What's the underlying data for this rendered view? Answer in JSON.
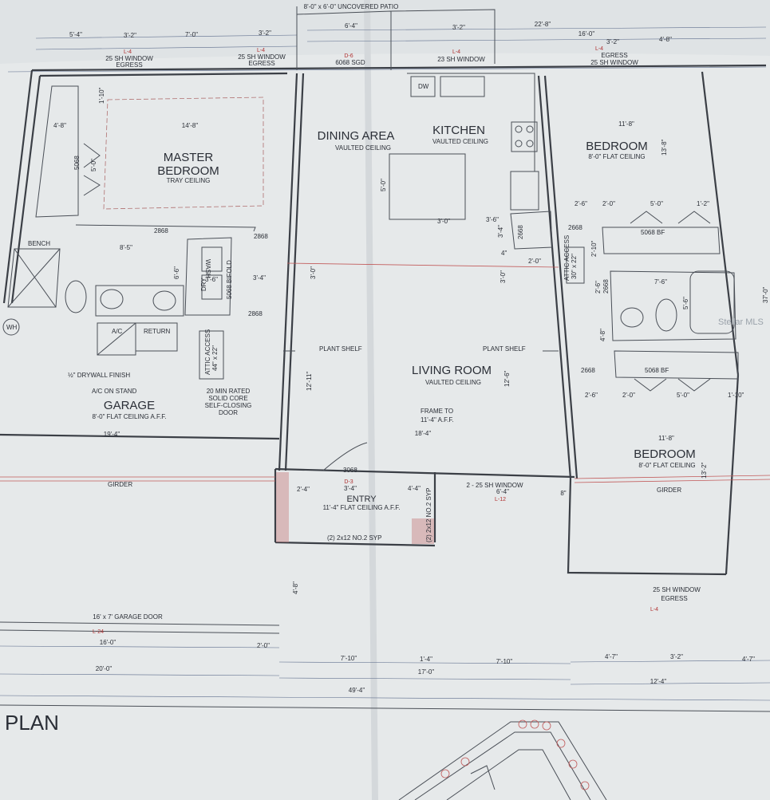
{
  "title": "PLAN",
  "watermark": "Stellar MLS",
  "rooms": {
    "master": {
      "name_1": "MASTER",
      "name_2": "BEDROOM",
      "ceiling": "TRAY CEILING"
    },
    "dining": {
      "name": "DINING AREA",
      "ceiling": "VAULTED CEILING"
    },
    "kitchen": {
      "name": "KITCHEN",
      "ceiling": "VAULTED CEILING"
    },
    "bedroom_top": {
      "name": "BEDROOM",
      "ceiling": "8'-0\" FLAT CEILING"
    },
    "living": {
      "name": "LIVING ROOM",
      "ceiling": "VAULTED CEILING"
    },
    "garage": {
      "name": "GARAGE",
      "ceiling": "8'-0\" FLAT CEILING A.F.F."
    },
    "bedroom_bottom": {
      "name": "BEDROOM",
      "ceiling": "8'-0\" FLAT CEILING"
    },
    "entry": {
      "name": "ENTRY",
      "ceiling": "11'-4\" FLAT CEILING A.F.F."
    }
  },
  "labels": {
    "patio": "8'-0\" x 6'-0\" UNCOVERED PATIO",
    "window_egress_1": "25 SH WINDOW",
    "egress_1": "EGRESS",
    "window_egress_2": "25 SH WINDOW",
    "egress_2": "EGRESS",
    "sgd": "6068 SGD",
    "sh_window_23": "23 SH WINDOW",
    "egress_3": "EGRESS",
    "window_egress_3": "25 SH WINDOW",
    "bench": "BENCH",
    "wh": "WH",
    "wash": "WASH",
    "dry": "DRY",
    "bifold": "5068 BIFOLD",
    "ac": "A/C",
    "return": "RETURN",
    "attic_access_1": "ATTIC ACCESS",
    "attic_size_1": "44\" x 22\"",
    "attic_access_2": "ATTIC ACCESS",
    "attic_size_2": "30\" x 22\"",
    "drywall": "½\" DRYWALL FINISH",
    "ac_stand": "A/C ON STAND",
    "door_note_1": "20 MIN RATED",
    "door_note_2": "SOLID CORE",
    "door_note_3": "SELF-CLOSING",
    "door_note_4": "DOOR",
    "plant_shelf_1": "PLANT SHELF",
    "plant_shelf_2": "PLANT SHELF",
    "frame_to_1": "FRAME TO",
    "frame_to_2": "11'-4\" A.F.F.",
    "girder_1": "GIRDER",
    "girder_2": "GIRDER",
    "beam_1": "(2) 2x12 NO.2 SYP",
    "beam_2": "(2) 2x12 NO.2 SYP",
    "window_bottom": "2 - 25 SH WINDOW",
    "garage_door": "16' x 7' GARAGE DOOR",
    "window_bed_1": "25 SH WINDOW",
    "window_bed_2": "EGRESS",
    "bf_1": "5068 BF",
    "bf_2": "5068 BF",
    "dw": "DW",
    "door_3068": "3068",
    "door_2868_a": "2868",
    "door_2868_b": "2868",
    "door_2868_c": "2868",
    "door_2668_a": "2668",
    "door_2668_b": "2668",
    "door_2668_c": "2668",
    "door_2668_d": "2668",
    "door_5068": "5068"
  },
  "tags": {
    "l4_a": "L-4",
    "l4_b": "L-4",
    "d6": "D-6",
    "l4_c": "L-4",
    "l4_d": "L-4",
    "d3": "D-3",
    "l12": "L-12",
    "l24": "L-24",
    "l4_e": "L-4"
  },
  "dimensions": {
    "top_1": "5'-4\"",
    "top_2": "3'-2\"",
    "top_3": "7'-0\"",
    "top_4": "3'-2\"",
    "top_5": "6'-4\"",
    "top_6": "3'-2\"",
    "top_7": "22'-8\"",
    "top_8": "16'-0\"",
    "top_9": "3'-2\"",
    "top_10": "4'-8\"",
    "master_w": "14'-8\"",
    "closet_w": "4'-8\"",
    "closet_h": "1'-10\"",
    "closet_5068": "5068",
    "closet_5": "5'-0\"",
    "bath_w": "8'-5\"",
    "bath_h": "6'-6\"",
    "laundry_w": "3'-6\"",
    "hall_w": "3'-4\"",
    "garage_w": "19'-4\"",
    "hall_h": "12'-11\"",
    "hall_3": "3'-0\"",
    "island_w": "3'-0\"",
    "island_h": "5'-0\"",
    "pantry_w": "3'-6\"",
    "pantry_h": "3'-4\"",
    "kitchen_2": "2'-0\"",
    "kitchen_4": "4\"",
    "kitchen_3": "3'-0\"",
    "living_w": "18'-4\"",
    "living_h": "12'-6\"",
    "bed1_w": "11'-8\"",
    "bed1_h": "13'-8\"",
    "closet_a": "2'-6\"",
    "closet_b": "2'-0\"",
    "closet_c": "5'-0\"",
    "closet_d": "1'-2\"",
    "bath2_a": "2'-10\"",
    "bath2_b": "2'-6\"",
    "bath2_w": "7'-6\"",
    "bath2_h": "5'-6\"",
    "bath2_c": "4'-8\"",
    "closet_e": "2'-6\"",
    "closet_f": "2'-0\"",
    "closet_g": "5'-0\"",
    "bed2_w": "11'-8\"",
    "bed2_h": "13'-2\"",
    "right_h": "37'-0\"",
    "entry_a": "2'-4\"",
    "entry_b": "3'-4\"",
    "entry_c": "4'-4\"",
    "entry_d": "6'-4\"",
    "entry_e": "8\"",
    "porch_h": "4'-8\"",
    "bot_1": "16'-0\"",
    "bot_2": "2'-0\"",
    "bot_3": "20'-0\"",
    "bot_4": "7'-10\"",
    "bot_5": "1'-4\"",
    "bot_6": "7'-10\"",
    "bot_7": "17'-0\"",
    "bot_8": "4'-7\"",
    "bot_9": "3'-2\"",
    "bot_10": "4'-7\"",
    "bot_11": "12'-4\"",
    "bot_total": "49'-4\""
  },
  "colors": {
    "paper": "#e6e9ea",
    "ink": "#2a2e36",
    "tag_red": "#b03030",
    "dim_blue": "#5a6a8a"
  }
}
